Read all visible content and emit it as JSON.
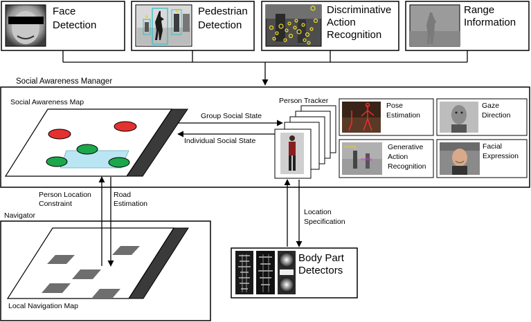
{
  "colors": {
    "red_marker": "#e53030",
    "green_marker": "#1aa84a",
    "cyan_region": "#b9e6f2",
    "dark_edge": "#3a3a3a",
    "tile": "#6e6e6e"
  },
  "sensors": {
    "face": {
      "line1": "Face",
      "line2": "Detection"
    },
    "pedestrian": {
      "line1": "Pedestrian",
      "line2": "Detection"
    },
    "action": {
      "line1": "Discriminative",
      "line2": "Action",
      "line3": "Recognition"
    },
    "range": {
      "line1": "Range",
      "line2": "Information"
    }
  },
  "manager": {
    "title": "Social Awareness Manager",
    "map_title": "Social Awareness Map",
    "group_state": "Group Social State",
    "individual_state": "Individual Social State",
    "tracker_title": "Person Tracker",
    "pose": {
      "line1": "Pose",
      "line2": "Estimation"
    },
    "gaze": {
      "line1": "Gaze",
      "line2": "Direction"
    },
    "generative": {
      "line1": "Generative",
      "line2": "Action",
      "line3": "Recognition"
    },
    "facial": {
      "line1": "Facial",
      "line2": "Expression"
    }
  },
  "links": {
    "person_location": {
      "line1": "Person Location",
      "line2": "Constraint"
    },
    "road": {
      "line1": "Road",
      "line2": "Estimation"
    },
    "location_spec": {
      "line1": "Location",
      "line2": "Specification"
    }
  },
  "navigator": {
    "title": "Navigator",
    "map_title": "Local Navigation Map"
  },
  "detectors": {
    "line1": "Body Part",
    "line2": "Detectors"
  }
}
